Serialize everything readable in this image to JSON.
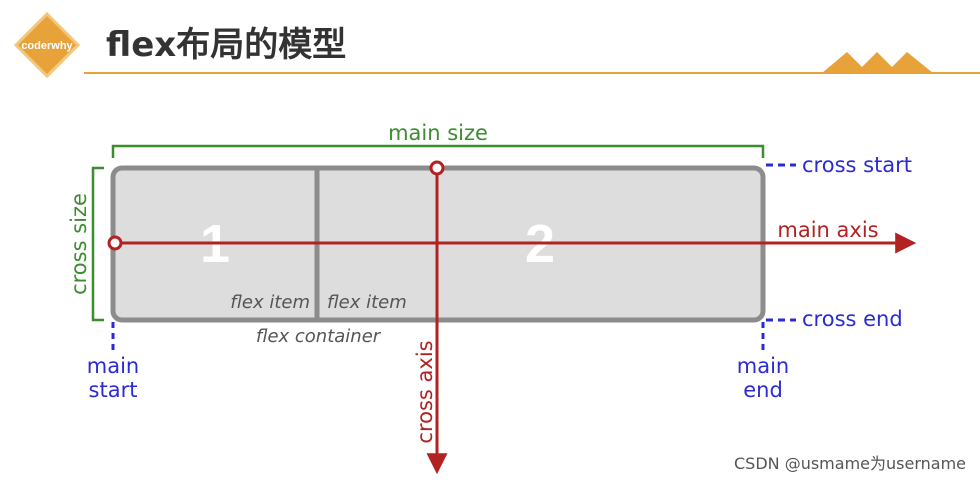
{
  "header": {
    "logo_text": "coderwhy",
    "title": "flex布局的模型"
  },
  "colors": {
    "accent_orange": "#E8A23A",
    "size_green": "#3C8D2F",
    "axis_red": "#B22222",
    "edge_blue": "#2B2BD6",
    "box_gray": "#8C8C8C",
    "box_fill": "#DDDDDD"
  },
  "diagram": {
    "main_size": "main size",
    "cross_size": "cross size",
    "cross_start": "cross start",
    "cross_end": "cross end",
    "main_axis": "main axis",
    "cross_axis": "cross axis",
    "main_start_line1": "main",
    "main_start_line2": "start",
    "main_end_line1": "main",
    "main_end_line2": "end",
    "item1_number": "1",
    "item2_number": "2",
    "item1_label": "flex item",
    "item2_label": "flex item",
    "container_label": "flex container"
  },
  "watermark": "CSDN @usmame为username"
}
